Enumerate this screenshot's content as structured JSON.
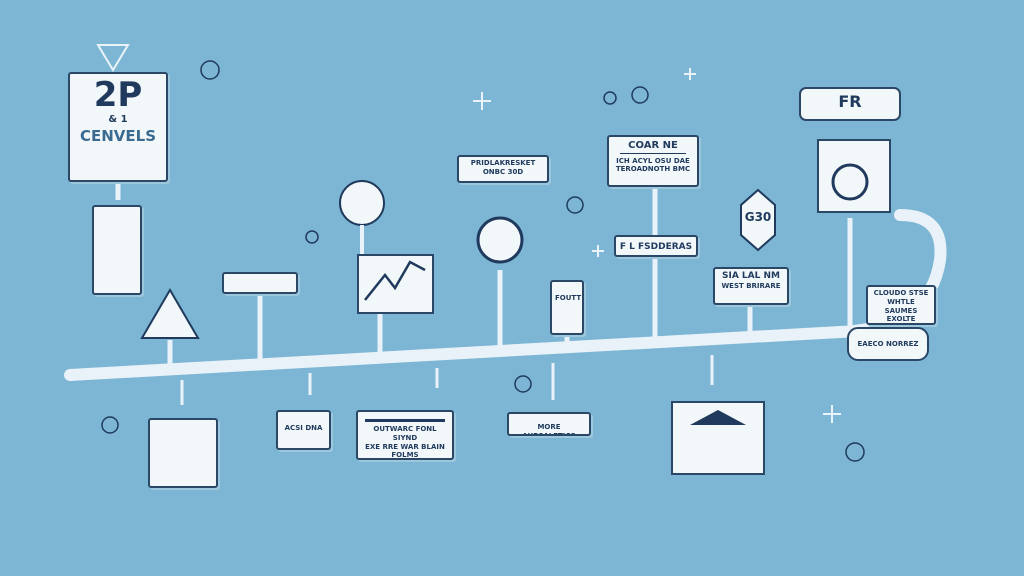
{
  "colors": {
    "background": "#7db6d4",
    "ink": "#1f3a5c",
    "card": "#f2f7fa",
    "timeline": "#e8f2f8"
  },
  "sign_main": {
    "top": "2P",
    "middle": "& 1",
    "bottom": "CENVELS"
  },
  "cards": {
    "stack_caption": [
      "PRIDLAKRESKET",
      "ONBC 30D"
    ],
    "coarne": {
      "title": "COAR NE",
      "lines": [
        "ICH ACYL OSU DAE",
        "TEROADNOTH BMC"
      ]
    },
    "hex_badge": "G30",
    "flat_banner": "F L FSDDERAS",
    "mid_right": [
      "SIA LAL NM",
      "WEST BRIRARE"
    ],
    "machine": "FR",
    "scroll_top": [
      "CLOUDO STSE",
      "WHTLE SAUMES",
      "EXOLTE"
    ],
    "scroll_bottom": "EAECO NORREZ",
    "bottom_1": [
      "OUTWARC FONL SIYND",
      "EXE RRE WAR BLAIN FOLMS"
    ],
    "bottom_2": "MORE AUPSALETICS",
    "bottom_small": "ACSI DNA",
    "tall_tag": "FOUTT"
  }
}
